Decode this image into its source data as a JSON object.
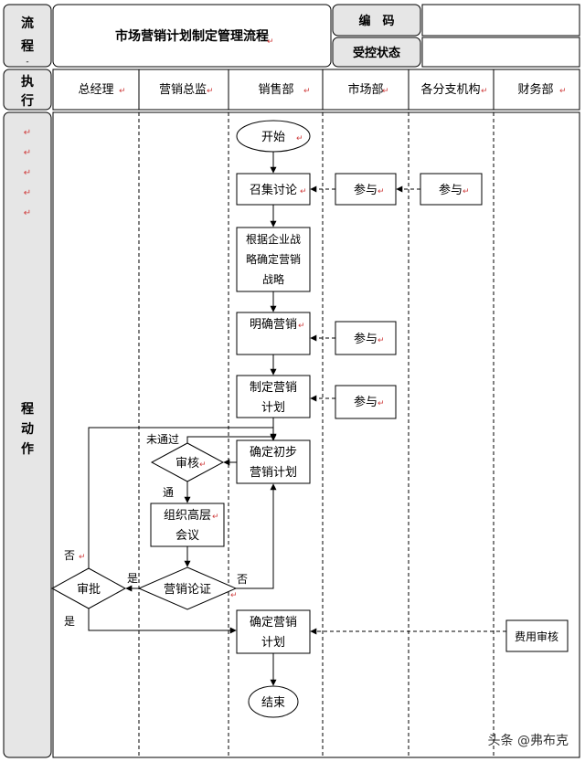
{
  "header": {
    "label_flow": "流",
    "label_process": "程",
    "label_process_mark": "-",
    "title": "市场营销计划制定管理流程",
    "code_label": "编　码",
    "control_status_label": "受控状态",
    "code_value": "",
    "control_status_value": ""
  },
  "row_labels": {
    "execute_1": "执",
    "execute_2": "行",
    "program_1": "程",
    "program_2": "动",
    "program_3": "作"
  },
  "lanes": [
    "总经理",
    "营销总监",
    "销售部",
    "市场部",
    "各分支机构",
    "财务部"
  ],
  "nodes": {
    "start": "开始",
    "convene_discussion": "召集讨论",
    "market_participate_1": "参与",
    "branch_participate": "参与",
    "strategy_line1": "根据企业战",
    "strategy_line2": "略确定营销",
    "strategy_line3": "战略",
    "clarify_marketing": "明确营销",
    "market_participate_2": "参与",
    "plan_line1": "制定营销",
    "plan_line2": "计划",
    "market_participate_3": "参与",
    "initial_line1": "确定初步",
    "initial_line2": "营销计划",
    "review": "审核",
    "meeting_line1": "组织高层",
    "meeting_line2": "会议",
    "demonstration": "营销论证",
    "approval": "审批",
    "final_line1": "确定营销",
    "final_line2": "计划",
    "cost_review": "费用审核",
    "end": "结束"
  },
  "edge_labels": {
    "not_passed": "未通过",
    "passed": "通",
    "yes_1": "是",
    "no_1": "否",
    "no_2": "否",
    "yes_2": "是"
  },
  "watermark": "头条 @弗布克"
}
